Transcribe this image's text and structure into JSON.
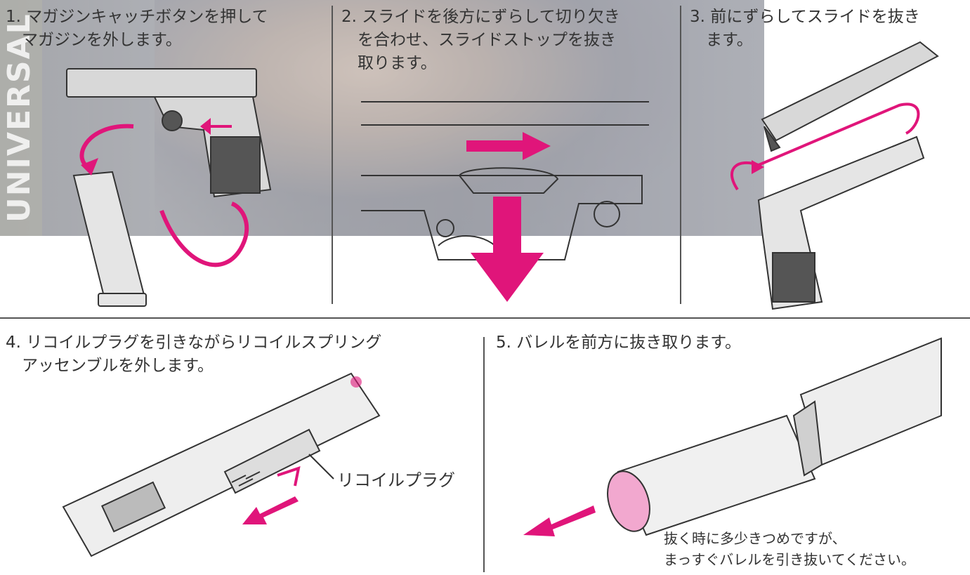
{
  "watermark": "UNIVERSAL",
  "steps": [
    {
      "title": "1. マガジンキャッチボタンを押して\n　マガジンを外します。"
    },
    {
      "title": "2. スライドを後方にずらして切り欠き\n　を合わせ、スライドストップを抜き\n　取ります。"
    },
    {
      "title": "3. 前にずらしてスライドを抜き\n　ます。"
    },
    {
      "title": "4. リコイルプラグを引きながらリコイルスプリング\n　アッセンブルを外します。"
    },
    {
      "title": "5. バレルを前方に抜き取ります。"
    }
  ],
  "recoil_plug_label": "リコイルプラグ",
  "barrel_note": "抜く時に多少きつめですが、\nまっすぐバレルを引き抜いてください。",
  "colors": {
    "accent": "#e0157a",
    "line": "#333333"
  }
}
